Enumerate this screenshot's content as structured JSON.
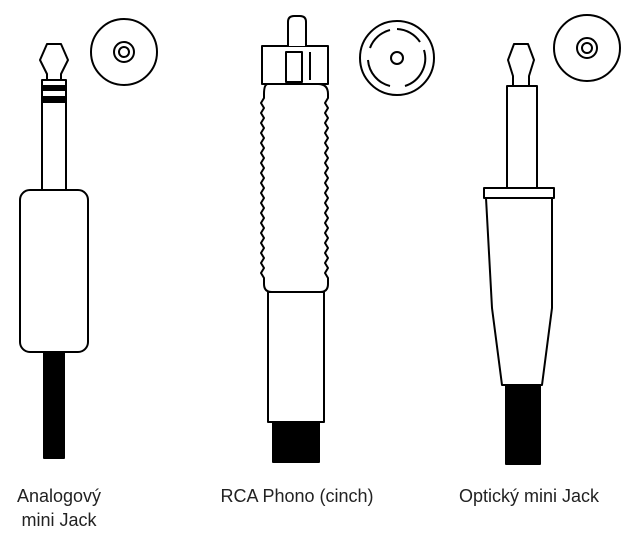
{
  "connectors": [
    {
      "id": "analog",
      "label": "Analogový\nmini Jack",
      "icon": "analog-mini-jack-plug-icon"
    },
    {
      "id": "rca",
      "label": "RCA Phono (cinch)",
      "icon": "rca-plug-icon"
    },
    {
      "id": "optical",
      "label": "Optický mini Jack",
      "icon": "optical-mini-jack-plug-icon"
    }
  ],
  "colors": {
    "stroke": "#000000",
    "fill": "#ffffff",
    "cable": "#000000",
    "text": "#222222"
  }
}
